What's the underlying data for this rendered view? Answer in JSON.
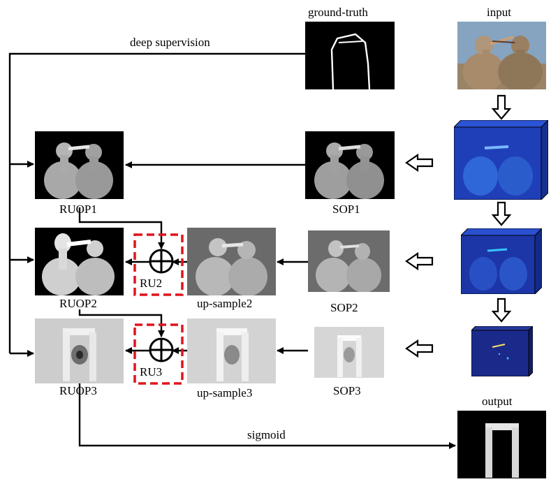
{
  "labels": {
    "ground_truth": "ground-truth",
    "input": "input",
    "deep_supervision": "deep supervision",
    "ruop1": "RUOP1",
    "sop1": "SOP1",
    "ruop2": "RUOP2",
    "ru2": "RU2",
    "upsample2": "up-sample2",
    "sop2": "SOP2",
    "ruop3": "RUOP3",
    "ru3": "RU3",
    "upsample3": "up-sample3",
    "sop3": "SOP3",
    "sigmoid": "sigmoid",
    "output": "output"
  },
  "colors": {
    "line": "#000000",
    "ru_box": "#e0141e",
    "feature_blue": "#1f3fb8",
    "feature_navy": "#1b2a8a",
    "feature_cyan": "#39c5ff"
  }
}
